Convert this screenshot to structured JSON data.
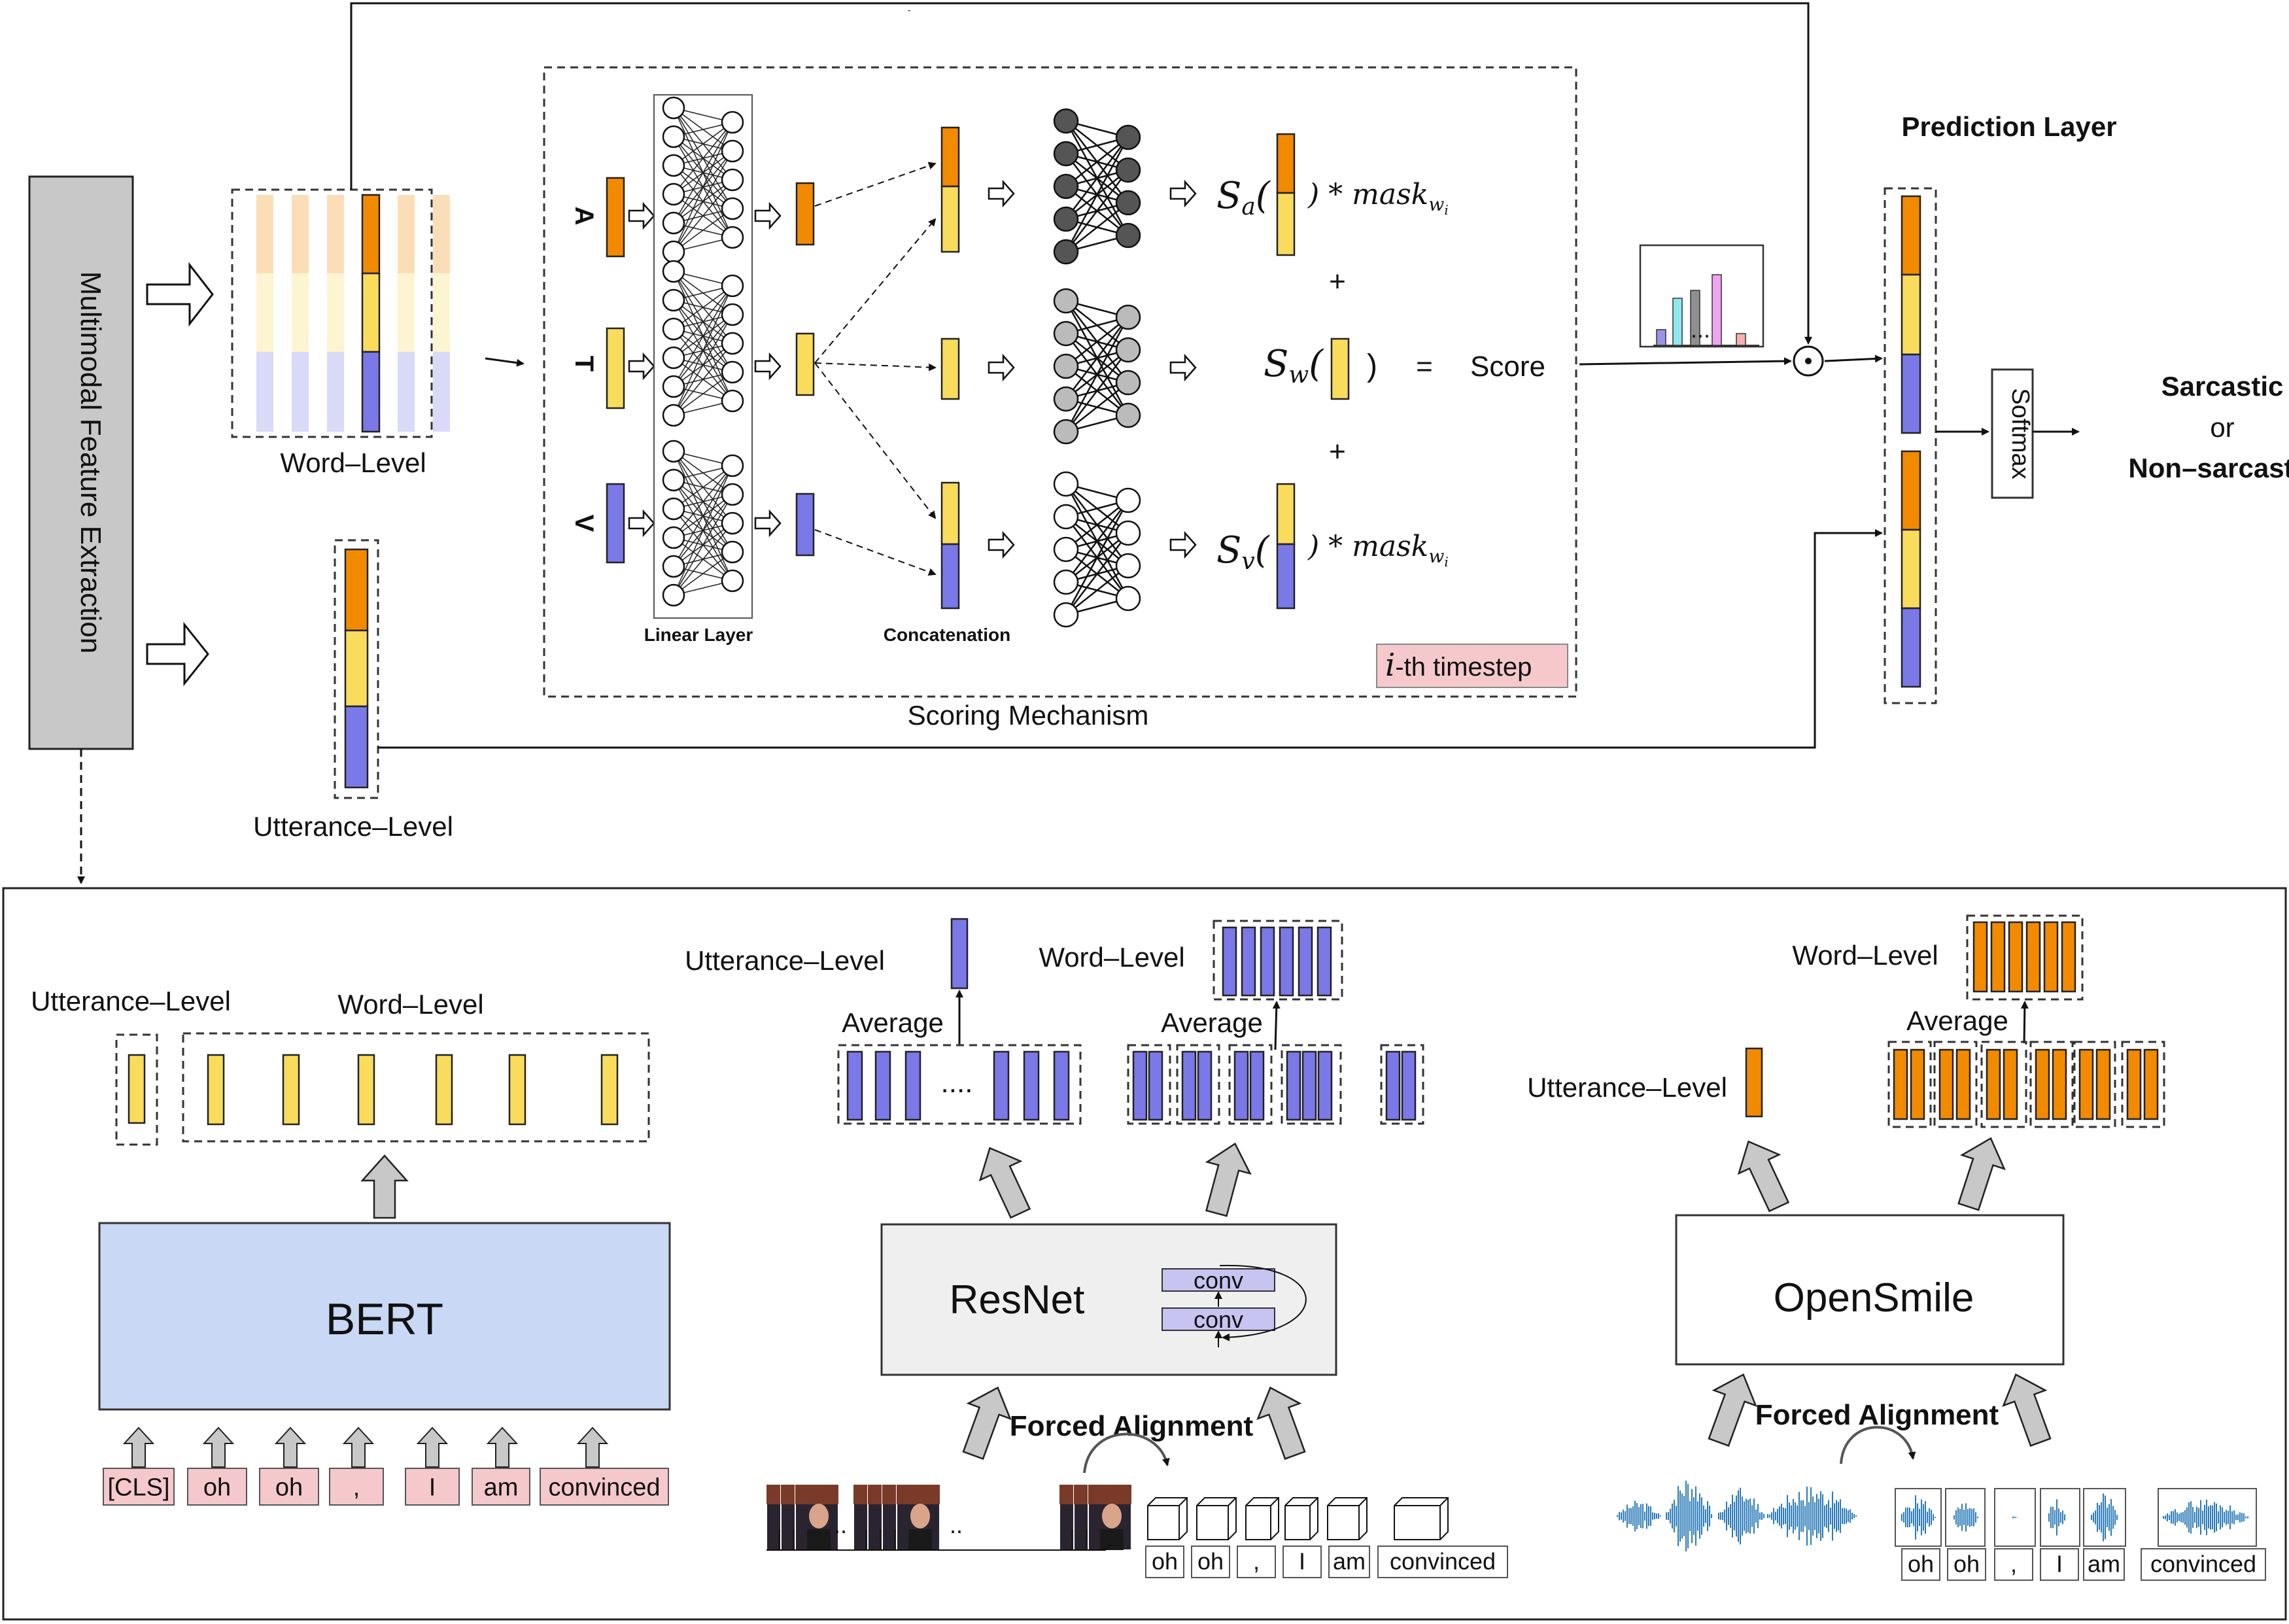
{
  "left_column": {
    "label": "Multimodal Feature Extraction"
  },
  "top": {
    "word_level_label": "Word–Level",
    "utterance_level_label": "Utterance–Level",
    "modality_labels": [
      "A",
      "T",
      "V"
    ],
    "linear_layer_label": "Linear Layer",
    "concatenation_label": "Concatenation",
    "scoring_mechanism_label": "Scoring Mechanism",
    "timestep_label": "i-th timestep",
    "timestep_symbol": "i",
    "timestep_suffix": "-th timestep",
    "formula": {
      "sa": "S",
      "sa_sub": "a",
      "sw": "S",
      "sw_sub": "w",
      "sv": "S",
      "sv_sub": "v",
      "mask_a": ") * mask",
      "mask_v": ") * mask",
      "mask_sub": "w",
      "mask_subsub": "i",
      "plus": "+",
      "equals": "=",
      "score": "Score",
      "ellipsis": "..."
    },
    "prediction_layer_label": "Prediction Layer",
    "softmax_label": "Softmax",
    "output_labels": [
      "Sarcastic",
      "or",
      "Non–sarcastic"
    ],
    "hadamard": "⊙"
  },
  "bottom": {
    "text_panel": {
      "utterance_level_label": "Utterance–Level",
      "word_level_label": "Word–Level",
      "model_label": "BERT",
      "tokens": [
        "[CLS]",
        "oh",
        "oh",
        ",",
        "I",
        "am",
        "convinced"
      ]
    },
    "visual_panel": {
      "utterance_level_label": "Utterance–Level",
      "word_level_label": "Word–Level",
      "average_label_left": "Average",
      "average_label_right": "Average",
      "dots": "....",
      "model_label": "ResNet",
      "conv_labels": [
        "conv",
        "conv"
      ],
      "forced_alignment_label": "Forced Alignment",
      "tokens": [
        "oh",
        "oh",
        ",",
        "I",
        "am",
        "convinced"
      ],
      "frame_dots": [
        "..",
        ".."
      ]
    },
    "audio_panel": {
      "word_level_label": "Word–Level",
      "utterance_level_label": "Utterance–Level",
      "average_label": "Average",
      "model_label": "OpenSmile",
      "forced_alignment_label": "Forced Alignment",
      "tokens": [
        "oh",
        "oh",
        ",",
        "I",
        "am",
        "convinced"
      ]
    }
  },
  "colors": {
    "acoustic": "#f28a00",
    "textual": "#f9dc5c",
    "visual": "#7b78e8",
    "bert_box": "#c8d8f5",
    "token_box": "#f5c9cc",
    "waveform": "#2a7ab8",
    "panel_grey": "#c8c8c8"
  },
  "histogram": {
    "values": [
      0.2,
      0.6,
      0.7,
      0.15,
      0.9,
      0.15
    ],
    "colors": [
      "#9b92e8",
      "#8fe8f0",
      "#8f8f8f",
      "#ffffff",
      "#f0a4f0",
      "#f5b0b0"
    ]
  }
}
